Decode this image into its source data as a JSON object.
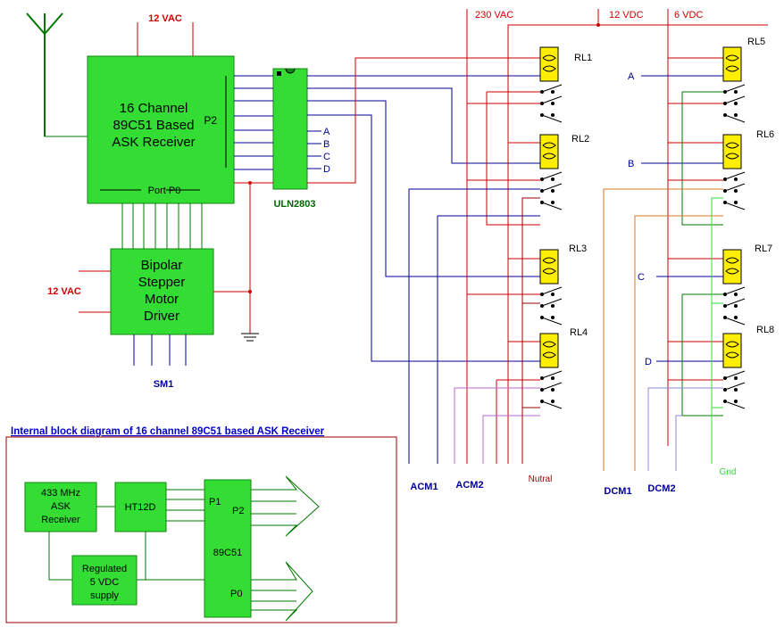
{
  "colors": {
    "block_fill": "#33dd33",
    "block_stroke": "#118811",
    "relay_fill": "#ffee00",
    "wire_red": "#cc0000",
    "wire_blue": "#000099",
    "wire_green": "#007700",
    "wire_orange": "#dd7722",
    "wire_purple": "#bb66cc",
    "wire_periwinkle": "#8888dd",
    "wire_lightgreen": "#33dd33",
    "label_red": "#cc0000",
    "label_blue": "#000099",
    "label_green": "#006600",
    "label_maroon": "#990000"
  },
  "supply": {
    "receiver_12vac": "12 VAC",
    "driver_12vac": "12 VAC",
    "mains_230vac": "230 VAC",
    "dc_12vdc": "12 VDC",
    "dc_6vdc": "6 VDC"
  },
  "receiver": {
    "line1": "16 Channel",
    "line2": "89C51 Based",
    "line3": "ASK Receiver",
    "p2_label": "P2",
    "port_p0_label": "Port P0"
  },
  "uln": {
    "label": "ULN2803",
    "outputs": [
      "A",
      "B",
      "C",
      "D"
    ]
  },
  "stepper_driver": {
    "line1": "Bipolar",
    "line2": "Stepper",
    "line3": "Motor",
    "line4": "Driver",
    "motor_label": "SM1"
  },
  "relays": [
    "RL1",
    "RL2",
    "RL3",
    "RL4",
    "RL5",
    "RL6",
    "RL7",
    "RL8"
  ],
  "relay_inputs": [
    "A",
    "B",
    "C",
    "D"
  ],
  "bottom_labels": {
    "acm1": "ACM1",
    "acm2": "ACM2",
    "neutral": "Nutral",
    "dcm1": "DCM1",
    "dcm2": "DCM2",
    "gnd": "Gnd"
  },
  "internal_diagram": {
    "title": "Internal block diagram of 16 channel 89C51 based ASK Receiver",
    "ask_line1": "433 MHz",
    "ask_line2": "ASK",
    "ask_line3": "Receiver",
    "ht12d": "HT12D",
    "reg_line1": "Regulated",
    "reg_line2": "5 VDC",
    "reg_line3": "supply",
    "mcu": "89C51",
    "p1": "P1",
    "p2": "P2",
    "p0": "P0"
  }
}
